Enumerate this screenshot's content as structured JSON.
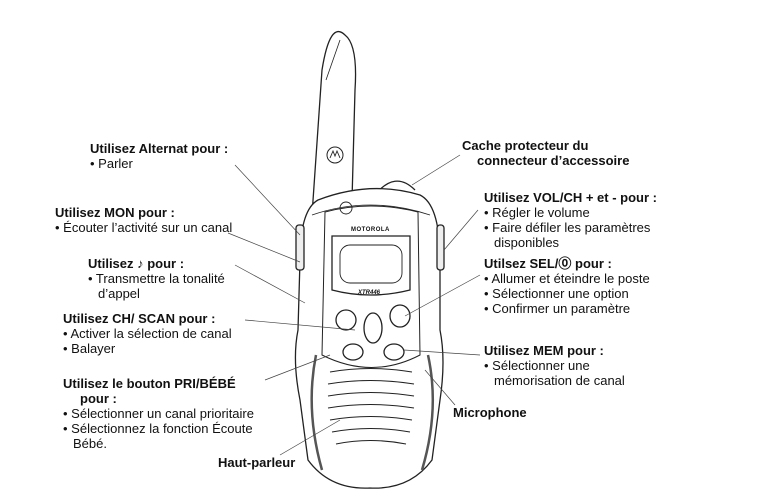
{
  "device": {
    "brand": "MOTOROLA",
    "model": "XTR446",
    "buttons": {
      "call": "♪",
      "ch_scan": "CH SCAN",
      "sel": "SEL",
      "pri": "PRI",
      "mem": "MEM"
    }
  },
  "labels": {
    "alternat": {
      "title": "Utilisez Alternat pour :",
      "items": [
        "• Parler"
      ]
    },
    "mon": {
      "title": "Utilisez MON pour :",
      "items": [
        "• Écouter l’activité sur un canal"
      ]
    },
    "call": {
      "title": "Utilisez ♪ pour :",
      "items": [
        "• Transmettre la tonalité",
        "d’appel"
      ]
    },
    "ch_scan": {
      "title": "Utilisez CH/ SCAN pour :",
      "items": [
        "• Activer la sélection de canal",
        "• Balayer"
      ]
    },
    "pri": {
      "title": "Utilisez le bouton PRI/BÉBÉ",
      "title2": "pour :",
      "items": [
        "• Sélectionner un canal prioritaire",
        "• Sélectionnez la fonction Écoute",
        "Bébé."
      ]
    },
    "speaker": {
      "title": "Haut-parleur"
    },
    "cover": {
      "title": "Cache protecteur du",
      "title2": "connecteur d’accessoire"
    },
    "vol": {
      "title": "Utilisez VOL/CH + et - pour :",
      "items": [
        "• Régler le volume",
        "• Faire défiler les paramètres",
        "disponibles"
      ]
    },
    "sel": {
      "title": "Utilsez SEL/⓪ pour :",
      "items": [
        "• Allumer et éteindre le poste",
        "• Sélectionner une option",
        "• Confirmer un paramètre"
      ]
    },
    "mem": {
      "title": "Utilisez MEM pour :",
      "items": [
        "• Sélectionner une",
        "mémorisation de canal"
      ]
    },
    "mic": {
      "title": "Microphone"
    }
  }
}
